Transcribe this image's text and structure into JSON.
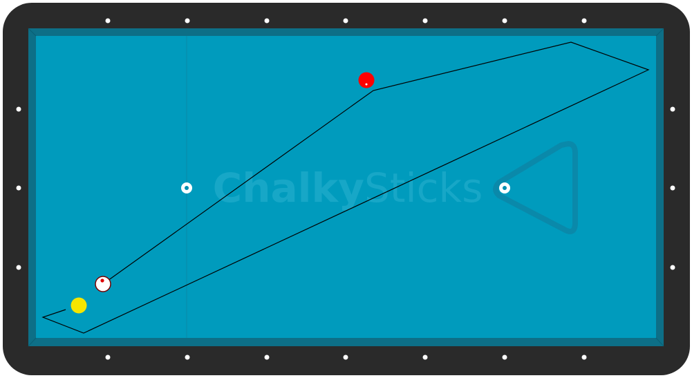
{
  "watermark": {
    "part1": "Chalky",
    "part2": "Sticks"
  },
  "colors": {
    "rail": "#2a2a2a",
    "cushion": "#0d6f87",
    "cloth": "#009bbd",
    "diamond": "#ffffff",
    "red_ball": "#ff0000",
    "yellow_ball": "#f5e600",
    "cue_ball": "#ffffff",
    "path": "#000000",
    "triangle": "#0a89aa"
  },
  "balls": [
    {
      "id": "red",
      "name": "red-ball"
    },
    {
      "id": "yellow",
      "name": "yellow-ball"
    },
    {
      "id": "cue",
      "name": "cue-ball"
    }
  ]
}
